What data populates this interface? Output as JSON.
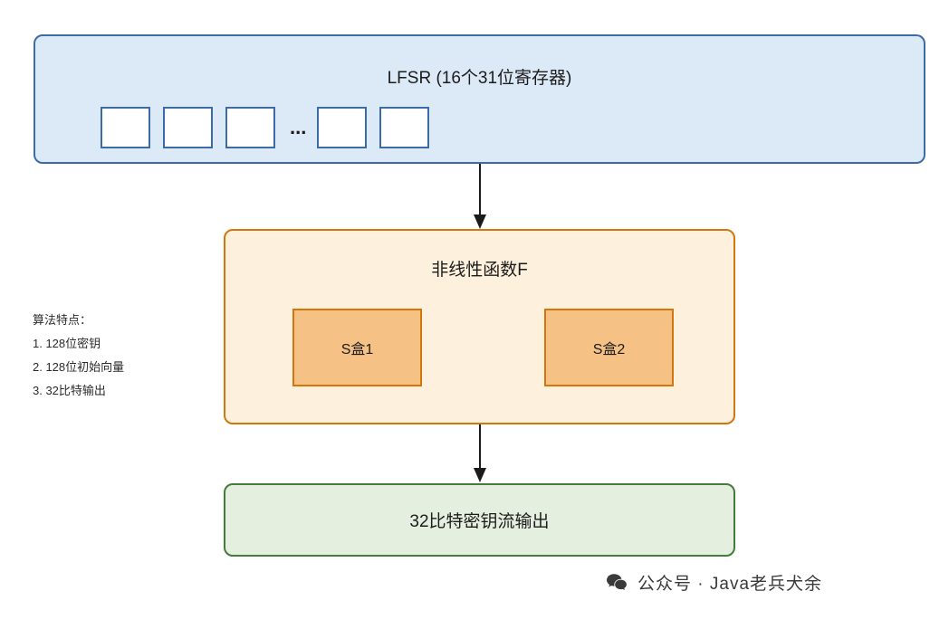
{
  "diagram": {
    "lfsr": {
      "title": "LFSR (16个31位寄存器)",
      "registers": [
        "",
        "",
        "",
        "",
        ""
      ],
      "ellipsis": "...",
      "border_color": "#3c6ca8",
      "fill_color": "#dce9f7"
    },
    "f_function": {
      "title": "非线性函数F",
      "sboxes": [
        {
          "label": "S盒1"
        },
        {
          "label": "S盒2"
        }
      ],
      "border_color": "#d4760e",
      "fill_color": "#fdf0dd",
      "sbox_fill": "#f5c185"
    },
    "output": {
      "label": "32比特密钥流输出",
      "border_color": "#437d39",
      "fill_color": "#e4efdf"
    },
    "notes": {
      "heading": "算法特点：",
      "items": [
        "1. 128位密钥",
        "2. 128位初始向量",
        "3. 32比特输出"
      ]
    }
  },
  "footer": {
    "text": "公众号 · Java老兵犬余",
    "icon": "wechat-icon"
  }
}
